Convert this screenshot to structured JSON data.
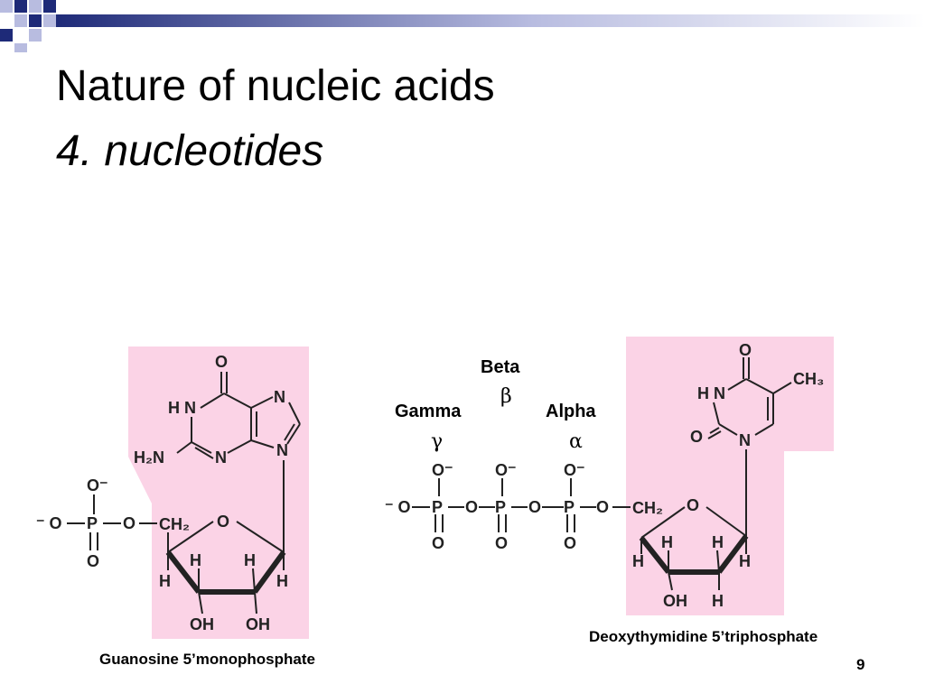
{
  "slide": {
    "title_line1": "Nature of nucleic acids",
    "title_line2": "4. nucleotides",
    "page_number": "9"
  },
  "captions": {
    "left": "Guanosine 5’monophosphate",
    "right": "Deoxythymidine 5’triphosphate"
  },
  "phosphate_labels": {
    "beta": "Beta",
    "beta_symbol": "β",
    "gamma": "Gamma",
    "gamma_symbol": "γ",
    "alpha": "Alpha",
    "alpha_symbol": "α"
  },
  "colors": {
    "highlight": "#fbd3e6",
    "accent_blue": "#1e2a78",
    "accent_light": "#b8bce0"
  }
}
